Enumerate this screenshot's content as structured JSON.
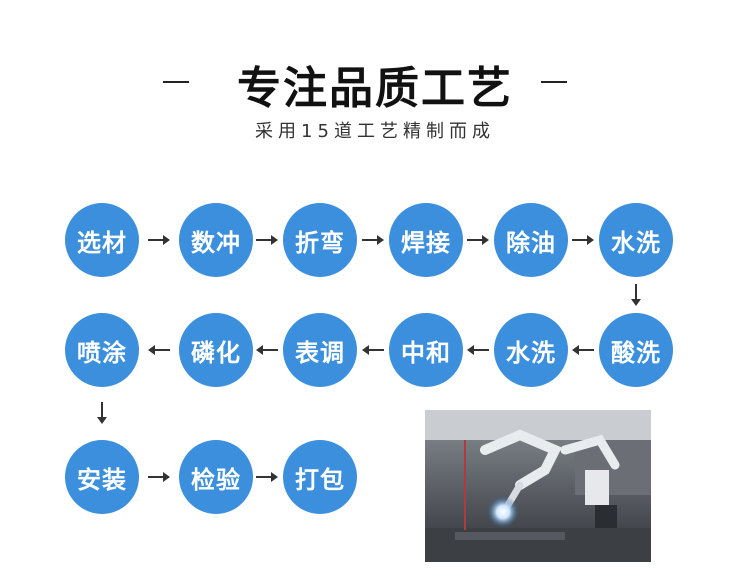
{
  "header": {
    "title": "专注品质工艺",
    "subtitle": "采用15道工艺精制而成"
  },
  "process": {
    "row1": [
      "选材",
      "数冲",
      "折弯",
      "焊接",
      "除油",
      "水洗"
    ],
    "row2": [
      "喷涂",
      "磷化",
      "表调",
      "中和",
      "水洗",
      "酸洗"
    ],
    "row3": [
      "安装",
      "检验",
      "打包"
    ]
  },
  "colors": {
    "circle": "#3b8fdc",
    "arrow": "#333333",
    "text": "#111111"
  },
  "icons": {
    "arrow_right": "arrow-right-icon",
    "arrow_left": "arrow-left-icon",
    "arrow_down": "arrow-down-icon"
  }
}
